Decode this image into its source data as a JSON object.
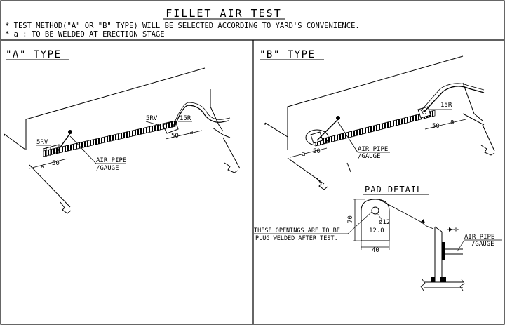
{
  "header": {
    "title": "FILLET AIR TEST",
    "note_1": "* TEST METHOD(\"A\" OR \"B\" TYPE) WILL BE SELECTED ACCORDING TO YARD'S CONVENIENCE.",
    "note_2": "* a : TO BE WELDED AT ERECTION STAGE"
  },
  "panel_a": {
    "title": "\"A\" TYPE",
    "label_5rv_left": "5RV",
    "label_5rv_right": "5RV",
    "label_15r": "15R",
    "label_air_pipe": "AIR PIPE",
    "label_gauge": "/GAUGE",
    "dim_a_left": "a",
    "dim_50_left": "50",
    "dim_50_right": "50",
    "dim_a_right": "a"
  },
  "panel_b": {
    "title": "\"B\" TYPE",
    "label_15r": "15R",
    "label_air_pipe": "AIR PIPE",
    "label_gauge": "/GAUGE",
    "dim_a_left": "a",
    "dim_50_left": "50",
    "dim_50_right": "50",
    "dim_a_right": "a"
  },
  "pad_detail": {
    "title": "PAD DETAIL",
    "dim_height": "70",
    "dim_width": "40",
    "dim_hole": "ø12",
    "thickness": "12.0",
    "note_line_1": "THESE OPENINGS ARE TO BE",
    "note_line_2": "PLUG WELDED AFTER TEST.",
    "label_air_pipe": "AIR PIPE",
    "label_gauge": "/GAUGE"
  }
}
